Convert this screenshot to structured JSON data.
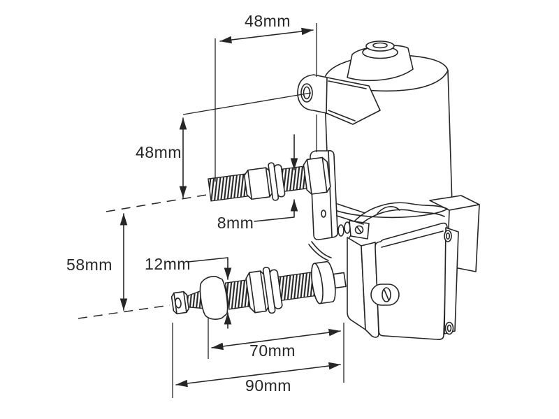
{
  "diagram": {
    "background_color": "#ffffff",
    "line_color": "#262626",
    "unit": "mm",
    "dimensions": {
      "top_width": "48mm",
      "mount_height": "48mm",
      "upper_stud_diameter": "8mm",
      "stud_vertical_spacing": "58mm",
      "lower_stud_diameter": "12mm",
      "inner_length": "70mm",
      "overall_length": "90mm"
    },
    "dimension_values": {
      "top_width_mm": 48,
      "mount_height_mm": 48,
      "upper_stud_diameter_mm": 8,
      "stud_vertical_spacing_mm": 58,
      "lower_stud_diameter_mm": 12,
      "inner_length_mm": 70,
      "overall_length_mm": 90
    }
  }
}
